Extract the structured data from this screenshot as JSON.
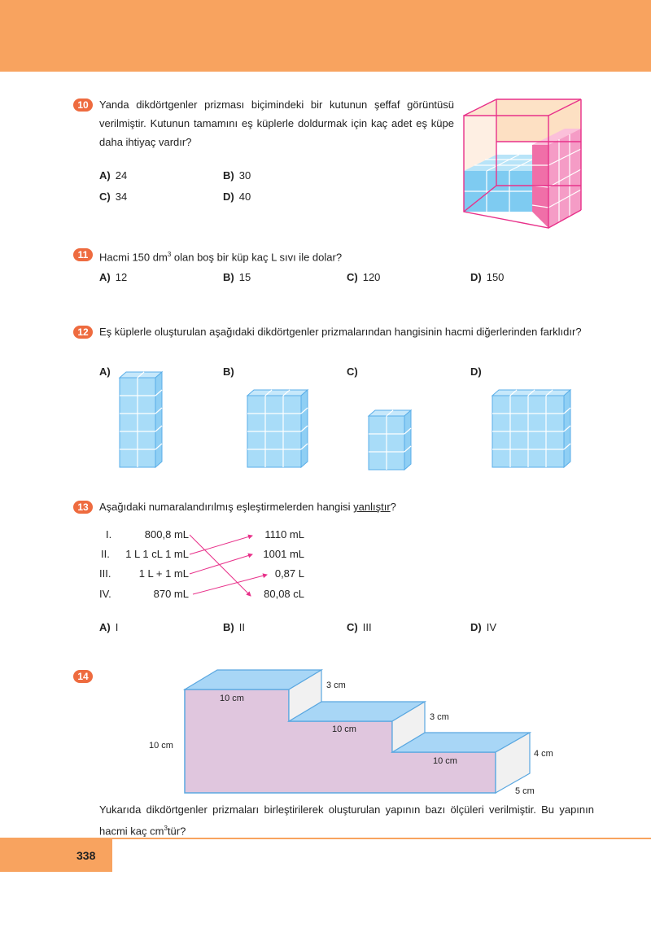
{
  "page_number": "338",
  "q10": {
    "num": "10",
    "text": "Yanda dikdörtgenler prizması biçimindeki bir kutunun şeffaf görüntüsü verilmiştir. Kutunun tamamını eş küplerle doldurmak için kaç adet eş küpe daha ihtiyaç vardır?",
    "options": [
      {
        "label": "A)",
        "value": "24"
      },
      {
        "label": "B)",
        "value": "30"
      },
      {
        "label": "C)",
        "value": "34"
      },
      {
        "label": "D)",
        "value": "40"
      }
    ]
  },
  "q11": {
    "num": "11",
    "text_before": "Hacmi 150 dm",
    "sup": "3",
    "text_after": " olan boş bir küp kaç L sıvı ile dolar?",
    "options": [
      {
        "label": "A)",
        "value": "12"
      },
      {
        "label": "B)",
        "value": "15"
      },
      {
        "label": "C)",
        "value": "120"
      },
      {
        "label": "D)",
        "value": "150"
      }
    ]
  },
  "q12": {
    "num": "12",
    "text": "Eş küplerle oluşturulan aşağıdaki dikdörtgenler prizmalarından hangisinin hacmi diğerlerinden farklıdır?",
    "option_labels": [
      "A)",
      "B)",
      "C)",
      "D)"
    ],
    "prisms": [
      {
        "cols": 2,
        "rows": 5,
        "depth": 1
      },
      {
        "cols": 3,
        "rows": 4,
        "depth": 1
      },
      {
        "cols": 2,
        "rows": 3,
        "depth": 1
      },
      {
        "cols": 4,
        "rows": 4,
        "depth": 1
      }
    ]
  },
  "q13": {
    "num": "13",
    "text_before": "Aşağıdaki numaralandırılmış eşleştirmelerden hangisi ",
    "text_underlined": "yanlıştır",
    "text_after": "?",
    "rows": [
      {
        "roman": "I.",
        "left": "800,8 mL",
        "right": "1110 mL"
      },
      {
        "roman": "II.",
        "left": "1 L 1 cL 1 mL",
        "right": "1001 mL"
      },
      {
        "roman": "III.",
        "left": "1 L + 1 mL",
        "right": "0,87 L"
      },
      {
        "roman": "IV.",
        "left": "870 mL",
        "right": "80,08 cL"
      }
    ],
    "options": [
      {
        "label": "A)",
        "value": "I"
      },
      {
        "label": "B)",
        "value": "II"
      },
      {
        "label": "C)",
        "value": "III"
      },
      {
        "label": "D)",
        "value": "IV"
      }
    ]
  },
  "q14": {
    "num": "14",
    "dims": {
      "left_height": "10 cm",
      "top1": "10 cm",
      "step1": "3 cm",
      "top2": "10 cm",
      "step2": "3 cm",
      "top3": "10 cm",
      "right_height": "4 cm",
      "depth": "5 cm"
    },
    "text_before": "Yukarıda dikdörtgenler prizmaları birleştirilerek oluşturulan yapının bazı ölçüleri verilmiştir. Bu yapının hacmi kaç cm",
    "sup": "3",
    "text_after": "tür?"
  }
}
